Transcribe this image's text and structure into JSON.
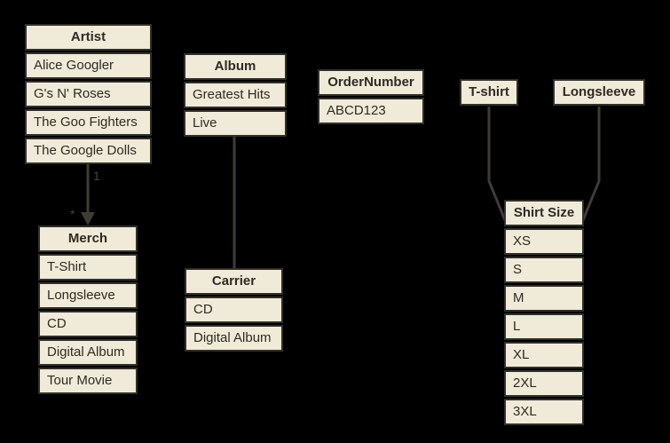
{
  "diagram_type": "entity-relationship",
  "colors": {
    "background": "#000000",
    "box_fill": "#f0ead8",
    "box_border": "#312f28",
    "text": "#2d2b24",
    "connector": "#3e3c35"
  },
  "entities": [
    {
      "id": "artist",
      "title": "Artist",
      "rows": [
        "Alice Googler",
        "G's N' Roses",
        "The Goo Fighters",
        "The Google Dolls"
      ]
    },
    {
      "id": "album",
      "title": "Album",
      "rows": [
        "Greatest Hits",
        "Live"
      ]
    },
    {
      "id": "ordernumber",
      "title": "OrderNumber",
      "rows": [
        "ABCD123"
      ]
    },
    {
      "id": "tshirt",
      "title": "T-shirt",
      "rows": []
    },
    {
      "id": "longsleeve",
      "title": "Longsleeve",
      "rows": []
    },
    {
      "id": "merch",
      "title": "Merch",
      "rows": [
        "T-Shirt",
        "Longsleeve",
        "CD",
        "Digital Album",
        "Tour Movie"
      ]
    },
    {
      "id": "carrier",
      "title": "Carrier",
      "rows": [
        "CD",
        "Digital Album"
      ]
    },
    {
      "id": "shirtsize",
      "title": "Shirt Size",
      "rows": [
        "XS",
        "S",
        "M",
        "L",
        "XL",
        "2XL",
        "3XL"
      ]
    }
  ],
  "connectors": [
    {
      "from": "Artist",
      "to": "Merch",
      "source_label": "1",
      "target_label": "*",
      "arrow": "target"
    },
    {
      "from": "Album",
      "to": "Carrier",
      "source_label": "",
      "target_label": "",
      "arrow": "none"
    },
    {
      "from": "T-shirt",
      "to": "Shirt Size",
      "source_label": "",
      "target_label": "",
      "arrow": "none"
    },
    {
      "from": "Longsleeve",
      "to": "Shirt Size",
      "source_label": "",
      "target_label": "",
      "arrow": "none"
    }
  ]
}
